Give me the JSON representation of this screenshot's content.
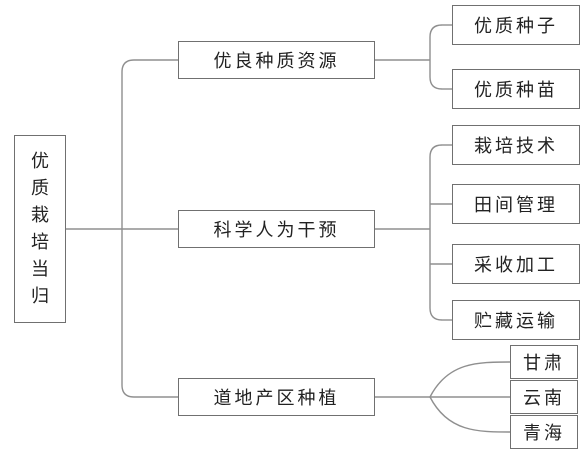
{
  "diagram": {
    "root": {
      "label": "优质栽培当归"
    },
    "branches": [
      {
        "label": "优良种质资源",
        "children": [
          "优质种子",
          "优质种苗"
        ]
      },
      {
        "label": "科学人为干预",
        "children": [
          "栽培技术",
          "田间管理",
          "采收加工",
          "贮藏运输"
        ]
      },
      {
        "label": "道地产区种植",
        "children": [
          "甘肃",
          "云南",
          "青海"
        ]
      }
    ],
    "colors": {
      "line": "#8f8f8f",
      "border": "#707070",
      "text": "#222222",
      "background": "#ffffff"
    }
  }
}
